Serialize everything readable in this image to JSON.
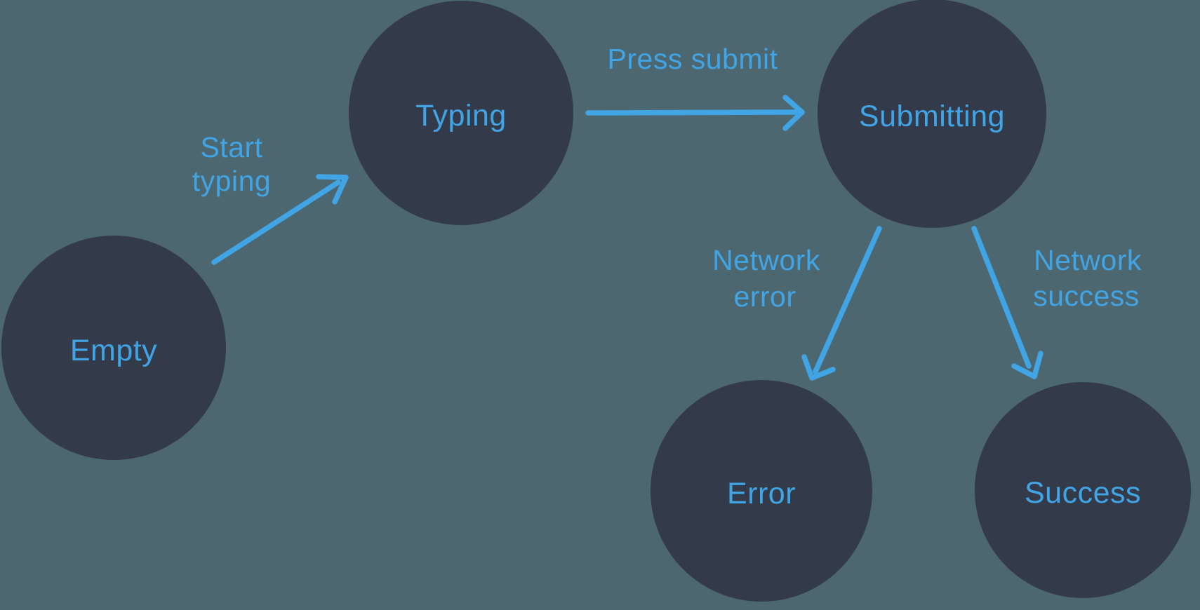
{
  "colors": {
    "background": "#4d6771",
    "node_fill": "#333a4a",
    "accent": "#41a4e4"
  },
  "states": [
    {
      "id": "empty",
      "label": "Empty"
    },
    {
      "id": "typing",
      "label": "Typing"
    },
    {
      "id": "submitting",
      "label": "Submitting"
    },
    {
      "id": "error",
      "label": "Error"
    },
    {
      "id": "success",
      "label": "Success"
    }
  ],
  "transitions": [
    {
      "from": "Empty",
      "to": "Typing",
      "label": "Start typing",
      "lines": [
        "Start",
        "typing"
      ]
    },
    {
      "from": "Typing",
      "to": "Submitting",
      "label": "Press submit",
      "lines": [
        "Press submit"
      ]
    },
    {
      "from": "Submitting",
      "to": "Error",
      "label": "Network error",
      "lines": [
        "Network",
        "error"
      ]
    },
    {
      "from": "Submitting",
      "to": "Success",
      "label": "Network success",
      "lines": [
        "Network",
        "success"
      ]
    }
  ]
}
